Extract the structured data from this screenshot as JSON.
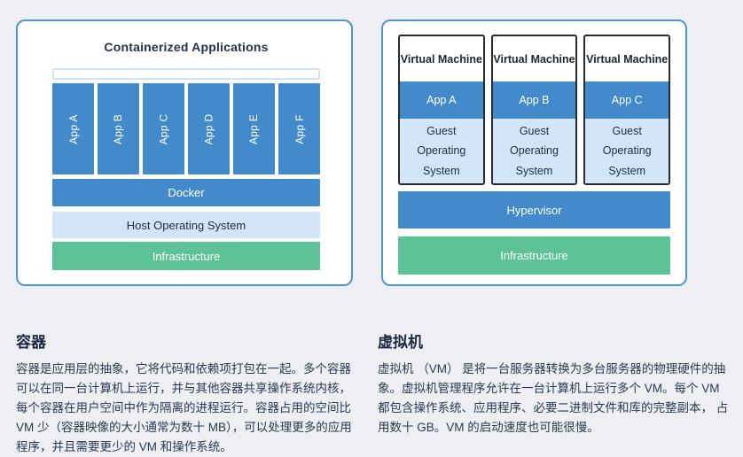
{
  "colors": {
    "background": "#edeff2",
    "panel_border": "#4e96d2",
    "blue": "#428aca",
    "light_blue": "#d3e6f7",
    "green": "#5ec298",
    "vm_border": "#272c34",
    "dark_text": "#1d2b3f",
    "white_text": "#ffffff"
  },
  "containers_panel": {
    "title": "Containerized Applications",
    "apps": [
      "App A",
      "App B",
      "App C",
      "App D",
      "App E",
      "App F"
    ],
    "layers": [
      {
        "label": "Docker"
      },
      {
        "label": "Host Operating System"
      },
      {
        "label": "Infrastructure"
      }
    ]
  },
  "vm_panel": {
    "vms": [
      {
        "title": "Virtual Machine",
        "app": "App A",
        "os": "Guest Operating System"
      },
      {
        "title": "Virtual Machine",
        "app": "App B",
        "os": "Guest Operating System"
      },
      {
        "title": "Virtual Machine",
        "app": "App C",
        "os": "Guest Operating System"
      }
    ],
    "layers": [
      {
        "label": "Hypervisor"
      },
      {
        "label": "Infrastructure"
      }
    ]
  },
  "descriptions": {
    "containers": {
      "heading": "容器",
      "body": "容器是应用层的抽象，它将代码和依赖项打包在一起。多个容器可以在同一台计算机上运行，并与其他容器共享操作系统内核，每个容器在用户空间中作为隔离的进程运行。容器占用的空间比 VM 少（容器映像的大小通常为数十 MB），可以处理更多的应用程序，并且需要更少的 VM 和操作系统。"
    },
    "vm": {
      "heading": "虚拟机",
      "body": "虚拟机 （VM） 是将一台服务器转换为多台服务器的物理硬件的抽象。虚拟机管理程序允许在一台计算机上运行多个 VM。每个 VM 都包含操作系统、应用程序、必要二进制文件和库的完整副本， 占用数十 GB。VM 的启动速度也可能很慢。"
    }
  }
}
